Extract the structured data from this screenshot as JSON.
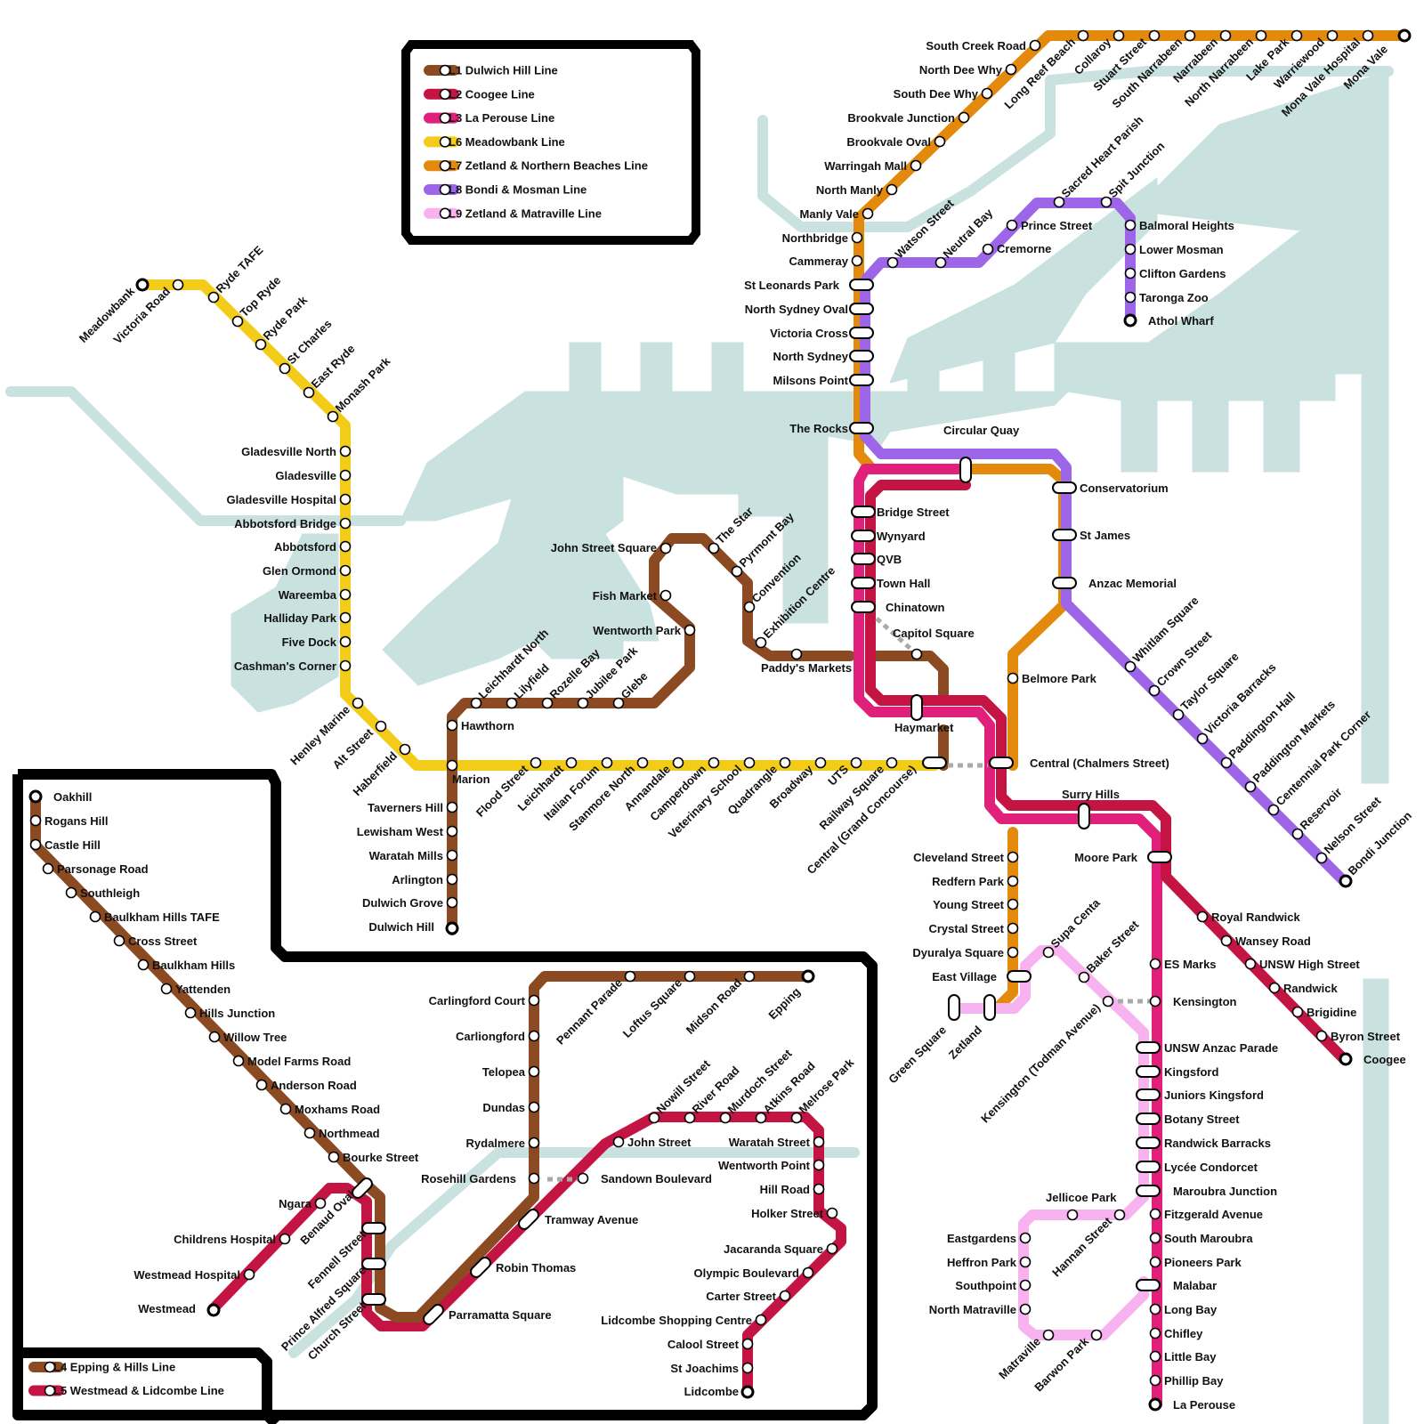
{
  "colors": {
    "water": "#c9e2e0",
    "background": "#ffffff",
    "frame": "#000000"
  },
  "legend_main": [
    {
      "code": "L1",
      "label": "L1 Dulwich Hill Line",
      "color": "#8b4a22"
    },
    {
      "code": "L2",
      "label": "L2 Coogee Line",
      "color": "#c41443"
    },
    {
      "code": "L3",
      "label": "L3 La Perouse Line",
      "color": "#e0207a"
    },
    {
      "code": "L6",
      "label": "L6 Meadowbank Line",
      "color": "#f2cc18"
    },
    {
      "code": "L7",
      "label": "L7 Zetland & Northern Beaches Line",
      "color": "#e38a0c"
    },
    {
      "code": "L8",
      "label": "L8 Bondi & Mosman Line",
      "color": "#9d66e8"
    },
    {
      "code": "L9",
      "label": "L9 Zetland & Matraville Line",
      "color": "#f7b2ef"
    }
  ],
  "legend_inset": [
    {
      "code": "L4",
      "label": "L4 Epping & Hills Line",
      "color": "#8b4a22"
    },
    {
      "code": "L5",
      "label": "L5 Westmead & Lidcombe Line",
      "color": "#c41443"
    }
  ],
  "stations": {
    "meadowbank": "Meadowbank",
    "victoria_road": "Victoria Road",
    "ryde_tafe": "Ryde TAFE",
    "top_ryde": "Top Ryde",
    "ryde_park": "Ryde Park",
    "st_charles": "St Charles",
    "east_ryde": "East Ryde",
    "monash_park": "Monash Park",
    "gladesville_north": "Gladesville North",
    "gladesville": "Gladesville",
    "gladesville_hospital": "Gladesville Hospital",
    "abbotsford_bridge": "Abbotsford Bridge",
    "abbotsford": "Abbotsford",
    "glen_ormond": "Glen Ormond",
    "wareemba": "Wareemba",
    "halliday_park": "Halliday Park",
    "five_dock": "Five Dock",
    "cashmans_corner": "Cashman's Corner",
    "henley_marine": "Henley Marine",
    "alt_street": "Alt Street",
    "haberfield": "Haberfield",
    "marion": "Marion",
    "flood_street": "Flood Street",
    "leichhardt": "Leichhardt",
    "italian_forum": "Italian Forum",
    "stanmore_north": "Stanmore North",
    "annandale": "Annandale",
    "camperdown": "Camperdown",
    "veterinary_school": "Veterinary School",
    "quadrangle": "Quadrangle",
    "broadway": "Broadway",
    "uts": "UTS",
    "railway_square": "Railway Square",
    "central_grand": "Central (Grand Concourse)",
    "central_chalmers": "Central (Chalmers Street)",
    "hawthorn": "Hawthorn",
    "leichhardt_north": "Leichhardt North",
    "lilyfield": "Lilyfield",
    "rozelle_bay": "Rozelle Bay",
    "jubilee_park": "Jubilee Park",
    "glebe": "Glebe",
    "wentworth_park": "Wentworth Park",
    "fish_market": "Fish Market",
    "john_street_square": "John Street Square",
    "the_star": "The Star",
    "pyrmont_bay": "Pyrmont Bay",
    "convention": "Convention",
    "exhibition_centre": "Exhibition Centre",
    "paddys_markets": "Paddy's Markets",
    "capitol_square": "Capitol Square",
    "taverners_hill": "Taverners Hill",
    "lewisham_west": "Lewisham West",
    "waratah_mills": "Waratah Mills",
    "arlington": "Arlington",
    "dulwich_grove": "Dulwich Grove",
    "dulwich_hill": "Dulwich Hill",
    "south_creek_road": "South Creek Road",
    "north_dee_why": "North Dee Why",
    "south_dee_why": "South Dee Why",
    "brookvale_junction": "Brookvale Junction",
    "brookvale_oval": "Brookvale Oval",
    "warringah_mall": "Warringah Mall",
    "north_manly": "North Manly",
    "manly_vale": "Manly Vale",
    "northbridge": "Northbridge",
    "cammeray": "Cammeray",
    "long_reef_beach": "Long Reef Beach",
    "collaroy": "Collaroy",
    "stuart_street": "Stuart Street",
    "south_narrabeen": "South Narrabeen",
    "narrabeen": "Narrabeen",
    "north_narrabeen": "North Narrabeen",
    "lake_park": "Lake Park",
    "warriewood": "Warriewood",
    "mona_vale_hospital": "Mona Vale Hospital",
    "mona_vale": "Mona Vale",
    "st_leonards_park": "St Leonards Park",
    "north_sydney_oval": "North Sydney Oval",
    "victoria_cross": "Victoria Cross",
    "north_sydney": "North Sydney",
    "milsons_point": "Milsons Point",
    "the_rocks": "The Rocks",
    "circular_quay": "Circular Quay",
    "watson_street": "Watson Street",
    "neutral_bay": "Neutral Bay",
    "cremorne": "Cremorne",
    "prince_street": "Prince Street",
    "sacred_heart_parish": "Sacred Heart Parish",
    "spit_junction": "Spit Junction",
    "balmoral_heights": "Balmoral Heights",
    "lower_mosman": "Lower Mosman",
    "clifton_gardens": "Clifton Gardens",
    "taronga_zoo": "Taronga Zoo",
    "athol_wharf": "Athol Wharf",
    "bridge_street": "Bridge Street",
    "wynyard": "Wynyard",
    "qvb": "QVB",
    "town_hall": "Town Hall",
    "chinatown": "Chinatown",
    "haymarket": "Haymarket",
    "conservatorium": "Conservatorium",
    "st_james": "St James",
    "anzac_memorial": "Anzac Memorial",
    "belmore_park": "Belmore Park",
    "whitlam_square": "Whitlam Square",
    "crown_street": "Crown Street",
    "taylor_square": "Taylor Square",
    "victoria_barracks": "Victoria Barracks",
    "paddington_hall": "Paddington Hall",
    "paddington_markets": "Paddington Markets",
    "centennial_park_corner": "Centennial Park Corner",
    "reservoir": "Reservoir",
    "nelson_street": "Nelson Street",
    "bondi_junction": "Bondi Junction",
    "surry_hills": "Surry Hills",
    "moore_park": "Moore Park",
    "royal_randwick": "Royal Randwick",
    "wansey_road": "Wansey Road",
    "unsw_high_street": "UNSW High Street",
    "randwick": "Randwick",
    "brigidine": "Brigidine",
    "byron_street": "Byron Street",
    "coogee": "Coogee",
    "cleveland_street": "Cleveland Street",
    "redfern_park": "Redfern Park",
    "young_street": "Young Street",
    "crystal_street": "Crystal Street",
    "dyuralya_square": "Dyuralya Square",
    "east_village": "East Village",
    "green_square": "Green Square",
    "zetland": "Zetland",
    "supa_centa": "Supa Centa",
    "baker_street": "Baker Street",
    "kensington_todman": "Kensington (Todman Avenue)",
    "es_marks": "ES Marks",
    "kensington": "Kensington",
    "unsw_anzac_parade": "UNSW Anzac Parade",
    "kingsford": "Kingsford",
    "juniors_kingsford": "Juniors Kingsford",
    "botany_street": "Botany Street",
    "randwick_barracks": "Randwick Barracks",
    "lycee_condorcet": "Lycée Condorcet",
    "maroubra_junction": "Maroubra Junction",
    "fitzgerald_avenue": "Fitzgerald Avenue",
    "south_maroubra": "South Maroubra",
    "pioneers_park": "Pioneers Park",
    "malabar": "Malabar",
    "long_bay": "Long Bay",
    "chifley": "Chifley",
    "little_bay": "Little Bay",
    "phillip_bay": "Phillip Bay",
    "la_perouse": "La Perouse",
    "jellicoe_park": "Jellicoe Park",
    "hannan_street": "Hannan Street",
    "eastgardens": "Eastgardens",
    "heffron_park": "Heffron Park",
    "southpoint": "Southpoint",
    "north_matraville": "North Matraville",
    "matraville": "Matraville",
    "barwon_park": "Barwon Park",
    "oakhill": "Oakhill",
    "rogans_hill": "Rogans Hill",
    "castle_hill": "Castle Hill",
    "parsonage_road": "Parsonage Road",
    "southleigh": "Southleigh",
    "baulkham_hills_tafe": "Baulkham Hills TAFE",
    "cross_street": "Cross Street",
    "baulkham_hills": "Baulkham Hills",
    "yattenden": "Yattenden",
    "hills_junction": "Hills Junction",
    "willow_tree": "Willow Tree",
    "model_farms_road": "Model Farms Road",
    "anderson_road": "Anderson Road",
    "moxhams_road": "Moxhams Road",
    "northmead": "Northmead",
    "bourke_street": "Bourke Street",
    "ngara": "Ngara",
    "benaud_oval": "Benaud Oval",
    "fennell_street": "Fennell Street",
    "prince_alfred_square": "Prince Alfred Square",
    "church_street": "Church Street",
    "childrens_hospital": "Childrens Hospital",
    "westmead_hospital": "Westmead Hospital",
    "westmead": "Westmead",
    "carlingford_court": "Carlingford Court",
    "carliongford": "Carliongford",
    "telopea": "Telopea",
    "dundas": "Dundas",
    "rydalmere": "Rydalmere",
    "rosehill_gardens": "Rosehill Gardens",
    "sandown_boulevard": "Sandown Boulevard",
    "tramway_avenue": "Tramway Avenue",
    "robin_thomas": "Robin Thomas",
    "parramatta_square": "Parramatta Square",
    "pennant_parade": "Pennant Parade",
    "loftus_square": "Loftus Square",
    "midson_road": "Midson Road",
    "epping": "Epping",
    "john_street": "John Street",
    "nowill_street": "Nowill Street",
    "river_road": "River Road",
    "murdoch_street": "Murdoch Street",
    "atkins_road": "Atkins Road",
    "melrose_park": "Melrose Park",
    "waratah_street": "Waratah Street",
    "wentworth_point": "Wentworth Point",
    "hill_road": "Hill Road",
    "holker_street": "Holker Street",
    "jacaranda_square": "Jacaranda Square",
    "olympic_boulevard": "Olympic Boulevard",
    "carter_street": "Carter Street",
    "lidcombe_shopping_centre": "Lidcombe Shopping Centre",
    "calool_street": "Calool Street",
    "st_joachims": "St Joachims",
    "lidcombe": "Lidcombe"
  }
}
